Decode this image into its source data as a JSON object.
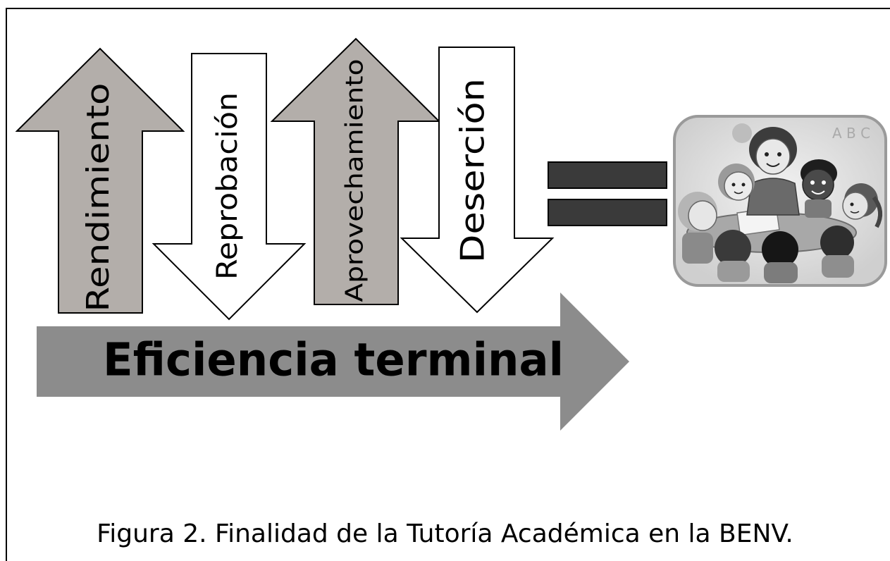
{
  "diagram": {
    "arrows": [
      {
        "label": "Rendimiento",
        "direction": "up",
        "fill": "#b3aeaa"
      },
      {
        "label": "Reprobación",
        "direction": "down",
        "fill": "#ffffff"
      },
      {
        "label": "Aprovechamiento",
        "direction": "up",
        "fill": "#b3aeaa"
      },
      {
        "label": "Deserción",
        "direction": "down",
        "fill": "#ffffff"
      }
    ],
    "main_arrow": {
      "label": "Eficiencia terminal",
      "fill": "#8c8c8c"
    },
    "equals_color": "#3a3a3a",
    "image_letters": "A B C",
    "caption": "Figura 2. Finalidad de la Tutoría Académica en la BENV."
  }
}
